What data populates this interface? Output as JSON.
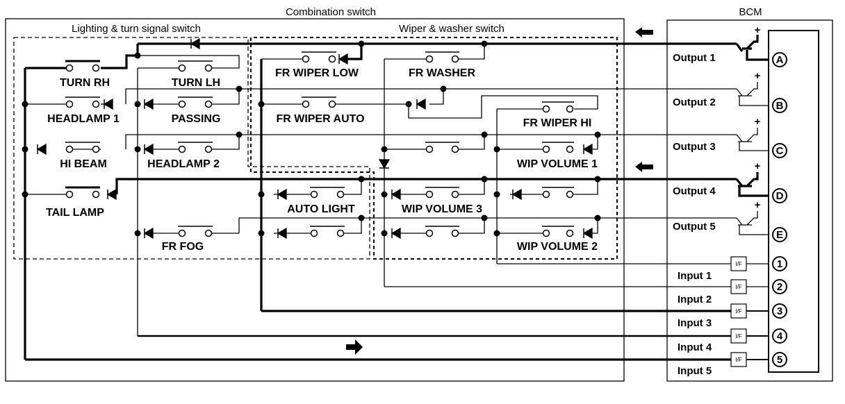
{
  "titles": {
    "combination_switch": "Combination switch",
    "lighting_switch": "Lighting & turn signal switch",
    "wiper_switch": "Wiper & washer switch",
    "bcm": "BCM"
  },
  "switches": {
    "turn_rh": "TURN RH",
    "turn_lh": "TURN LH",
    "headlamp1": "HEADLAMP 1",
    "passing": "PASSING",
    "hi_beam": "HI BEAM",
    "headlamp2": "HEADLAMP 2",
    "tail_lamp": "TAIL LAMP",
    "fr_fog": "FR FOG",
    "fr_wiper_low": "FR WIPER LOW",
    "fr_washer": "FR WASHER",
    "fr_wiper_auto": "FR WIPER AUTO",
    "fr_wiper_hi": "FR WIPER HI",
    "wip_volume_1": "WIP VOLUME 1",
    "auto_light": "AUTO LIGHT",
    "wip_volume_3": "WIP VOLUME 3",
    "wip_volume_2": "WIP VOLUME 2"
  },
  "bcm": {
    "outputs": [
      {
        "label": "Output 1",
        "terminal": "A"
      },
      {
        "label": "Output 2",
        "terminal": "B"
      },
      {
        "label": "Output 3",
        "terminal": "C"
      },
      {
        "label": "Output 4",
        "terminal": "D"
      },
      {
        "label": "Output 5",
        "terminal": "E"
      }
    ],
    "inputs": [
      {
        "label": "Input 1",
        "terminal": "1"
      },
      {
        "label": "Input 2",
        "terminal": "2"
      },
      {
        "label": "Input 3",
        "terminal": "3"
      },
      {
        "label": "Input 4",
        "terminal": "4"
      },
      {
        "label": "Input 5",
        "terminal": "5"
      }
    ],
    "interface_label": "I/F",
    "supply_symbol": "+"
  },
  "colors": {
    "line": "#000000",
    "background": "#ffffff"
  }
}
